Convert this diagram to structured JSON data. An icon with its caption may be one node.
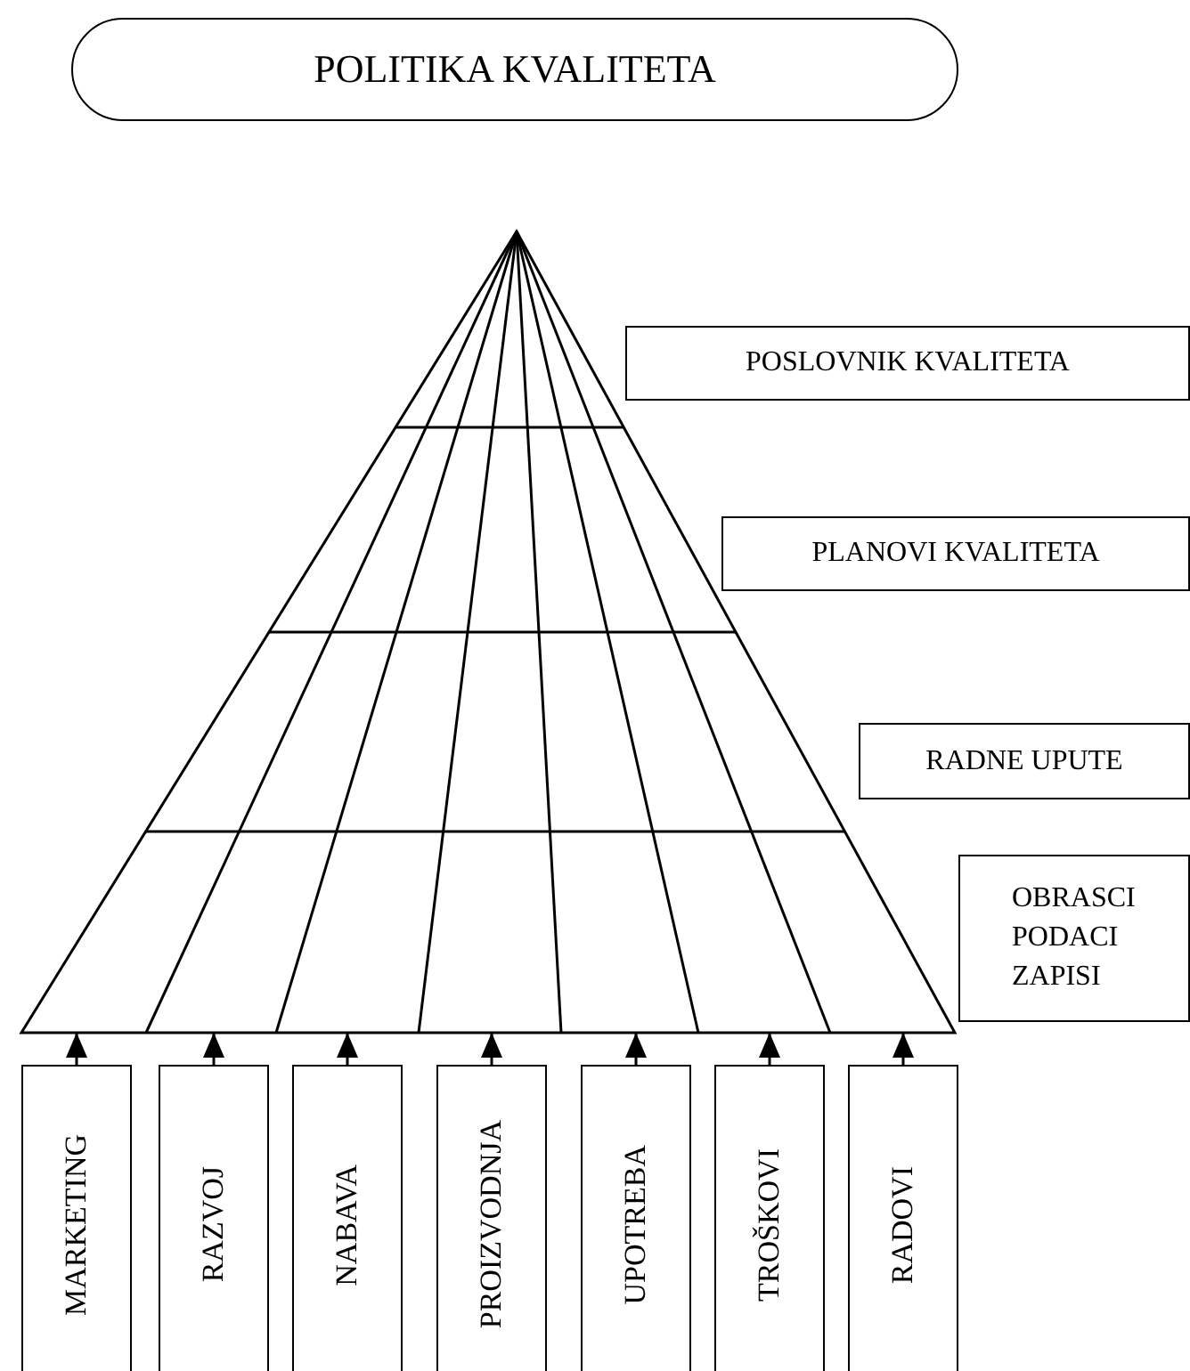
{
  "diagram": {
    "nodes": [
      {
        "text": [
          "POLITIKA KVALITETA"
        ]
      },
      {
        "text": [],
        "shape": "triangle"
      },
      {
        "text": [
          "POSLOVNIK KVALITETA"
        ]
      },
      {
        "text": [
          "PLANOVI KVALITETA"
        ]
      },
      {
        "text": [
          "RADNE UPUTE"
        ]
      },
      {
        "text": [
          "OBRASCI PODACI ZAPISI"
        ]
      },
      {
        "text": [
          "MARKETING"
        ]
      },
      {
        "text": [
          "RAZVOJ"
        ]
      },
      {
        "text": [
          "NABAVA"
        ]
      },
      {
        "text": [
          "PROIZVODNJA"
        ]
      },
      {
        "text": [
          "UPOTREBA"
        ]
      },
      {
        "text": [
          "TROŠKOVI"
        ]
      },
      {
        "text": [
          "RADOVI"
        ]
      }
    ],
    "edges": [
      {
        "from": 6,
        "to": 1,
        "arrow": "to"
      },
      {
        "from": 7,
        "to": 1,
        "arrow": "to"
      },
      {
        "from": 8,
        "to": 1,
        "arrow": "to"
      },
      {
        "from": 9,
        "to": 1,
        "arrow": "to"
      },
      {
        "from": 10,
        "to": 1,
        "arrow": "to"
      },
      {
        "from": 11,
        "to": 1,
        "arrow": "to"
      },
      {
        "from": 12,
        "to": 1,
        "arrow": "to"
      }
    ]
  }
}
